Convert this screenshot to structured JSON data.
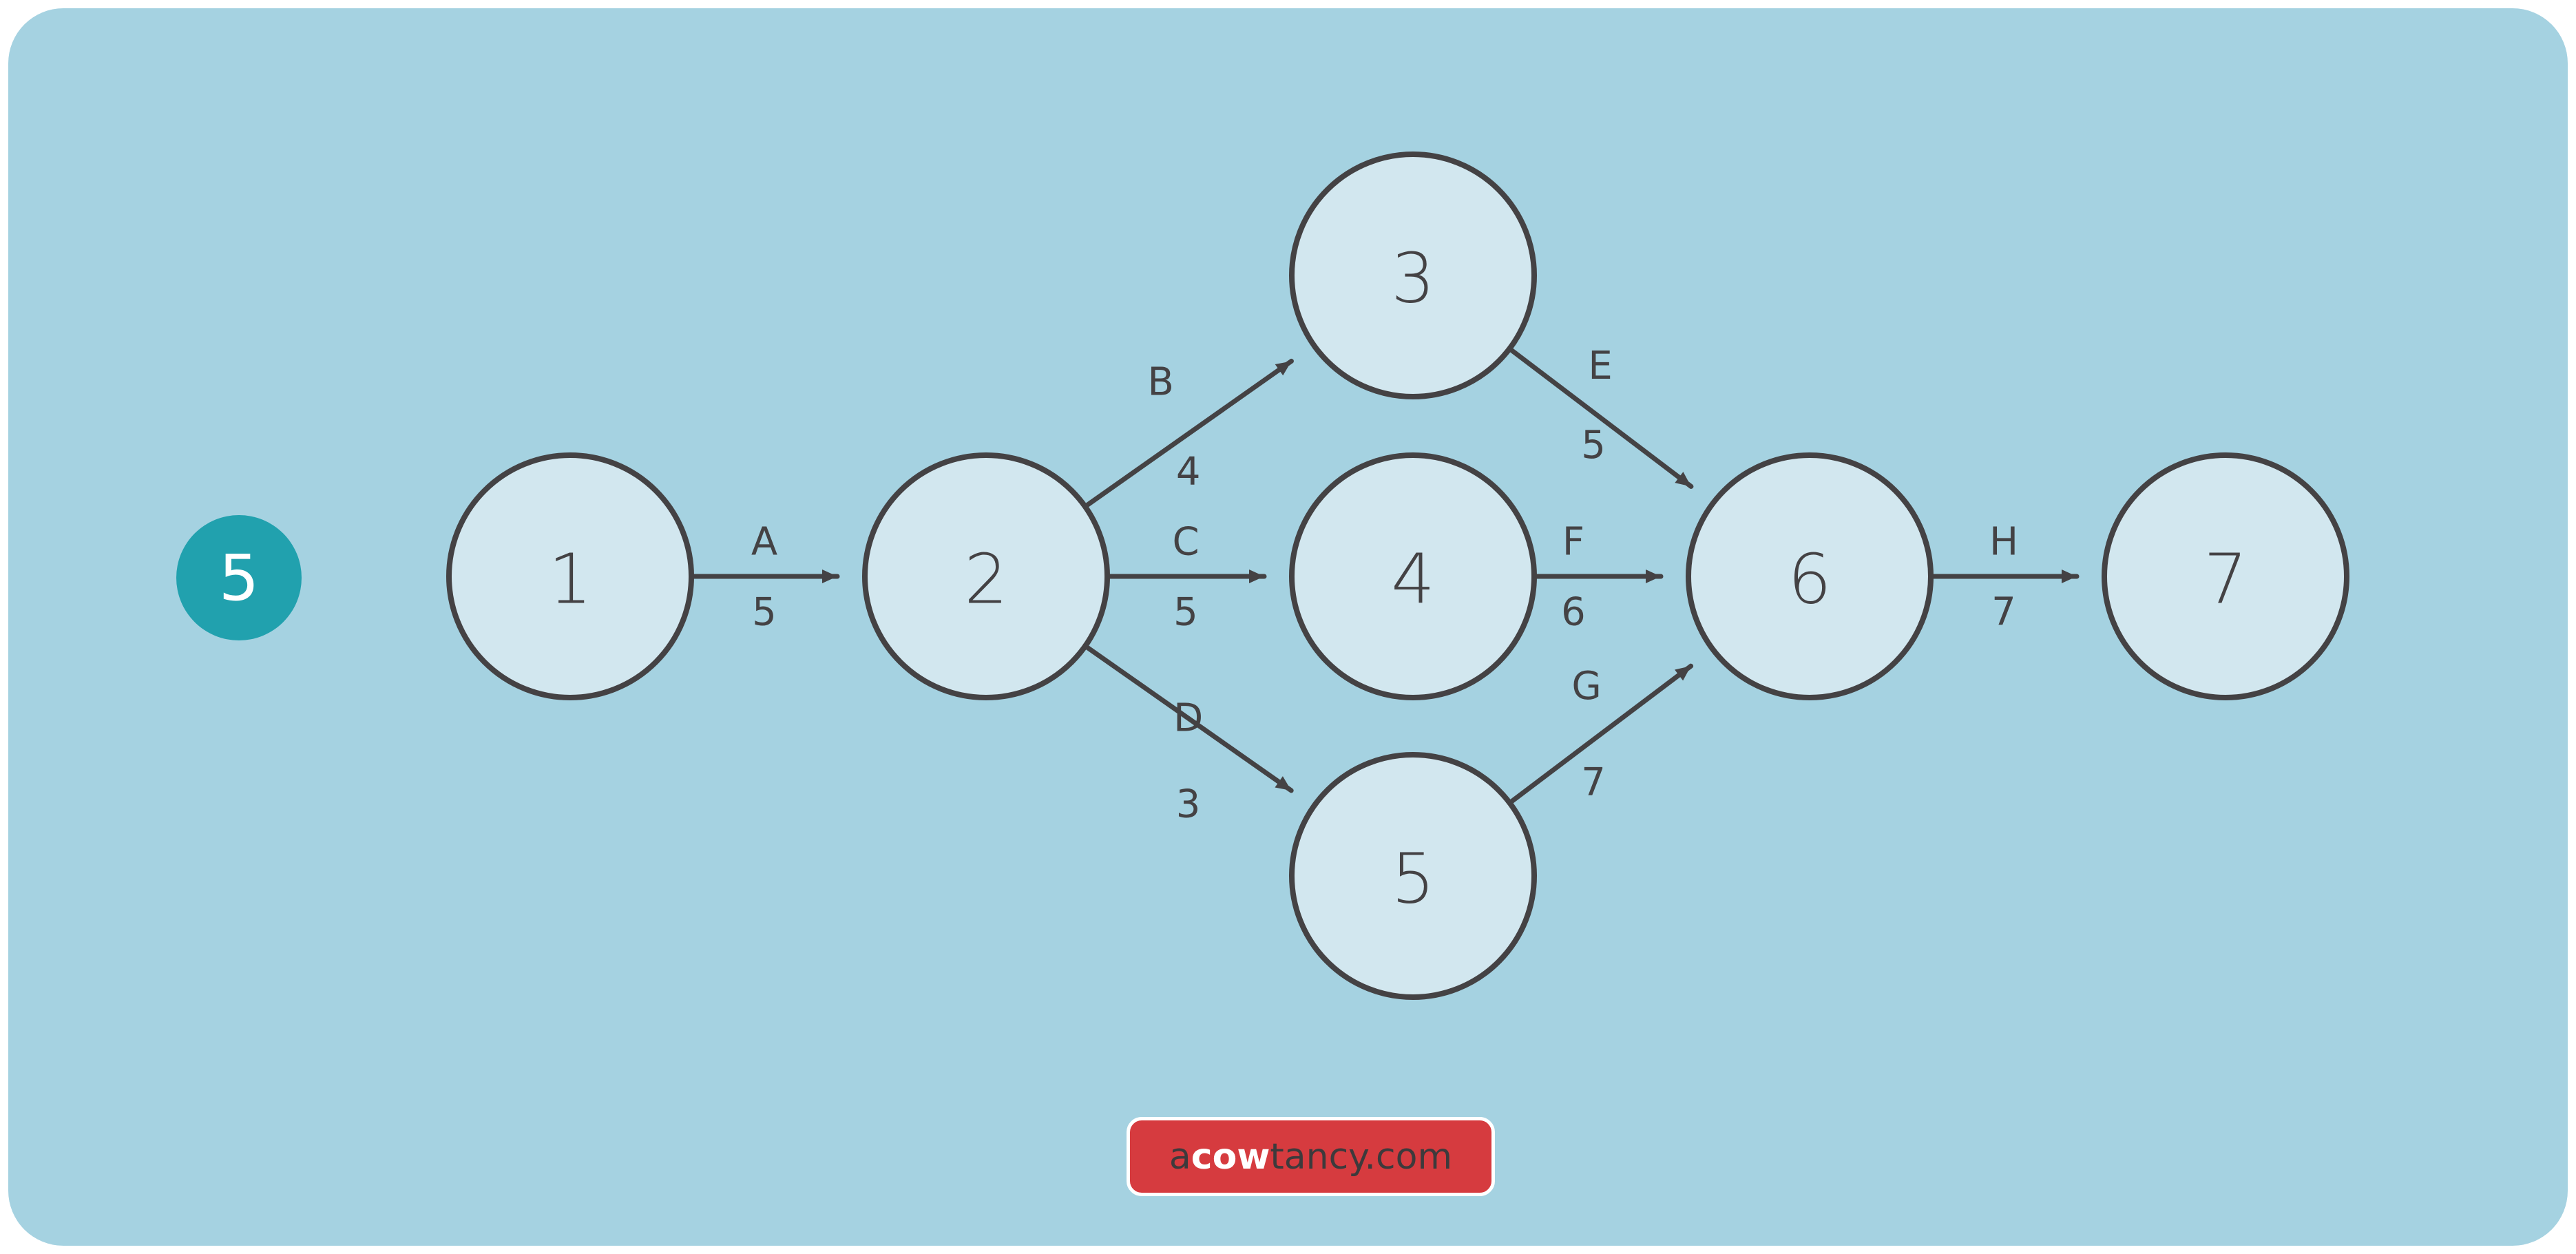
{
  "colors": {
    "background": "#a5d2e1",
    "node_fill": "#d2e7ef",
    "stroke": "#444244",
    "badge": "#21a1ae",
    "logo": "#d63b3f"
  },
  "step_badge": "5",
  "nodes": [
    {
      "id": "1",
      "label": "1"
    },
    {
      "id": "2",
      "label": "2"
    },
    {
      "id": "3",
      "label": "3"
    },
    {
      "id": "4",
      "label": "4"
    },
    {
      "id": "5",
      "label": "5"
    },
    {
      "id": "6",
      "label": "6"
    },
    {
      "id": "7",
      "label": "7"
    }
  ],
  "edges": [
    {
      "activity": "A",
      "duration": "5",
      "from": "1",
      "to": "2"
    },
    {
      "activity": "B",
      "duration": "4",
      "from": "2",
      "to": "3"
    },
    {
      "activity": "C",
      "duration": "5",
      "from": "2",
      "to": "4"
    },
    {
      "activity": "D",
      "duration": "3",
      "from": "2",
      "to": "5"
    },
    {
      "activity": "E",
      "duration": "5",
      "from": "3",
      "to": "6"
    },
    {
      "activity": "F",
      "duration": "6",
      "from": "4",
      "to": "6"
    },
    {
      "activity": "G",
      "duration": "7",
      "from": "5",
      "to": "6"
    },
    {
      "activity": "H",
      "duration": "7",
      "from": "6",
      "to": "7"
    }
  ],
  "logo": {
    "prefix": "a",
    "bold": "cow",
    "suffix": "tancy.com"
  }
}
